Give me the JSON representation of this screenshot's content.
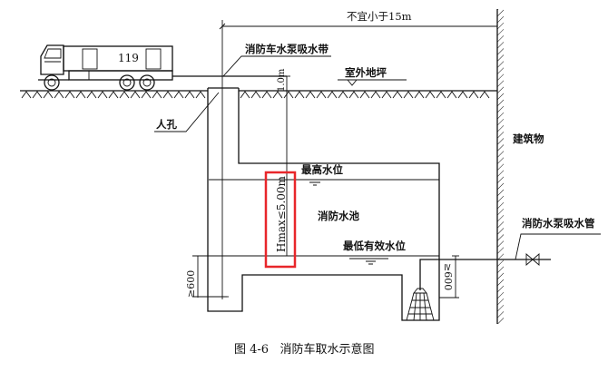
{
  "labels": {
    "distance": "不宜小于15m",
    "hose": "消防车水泵吸水带",
    "ground": "室外地坪",
    "manhole": "人孔",
    "building": "建筑物",
    "high_level": "最高水位",
    "pool": "消防水池",
    "low_level": "最低有效水位",
    "suction_pipe": "消防水泵吸水管",
    "hmax": "Hmax≤5.00m",
    "depth_1m": "1.0m",
    "dim_left": "≥600",
    "dim_right": "≥600",
    "truck_number": "119"
  },
  "caption": "图 4-6   消防车取水示意图",
  "colors": {
    "highlight": "#e8262a",
    "line": "#111111"
  }
}
